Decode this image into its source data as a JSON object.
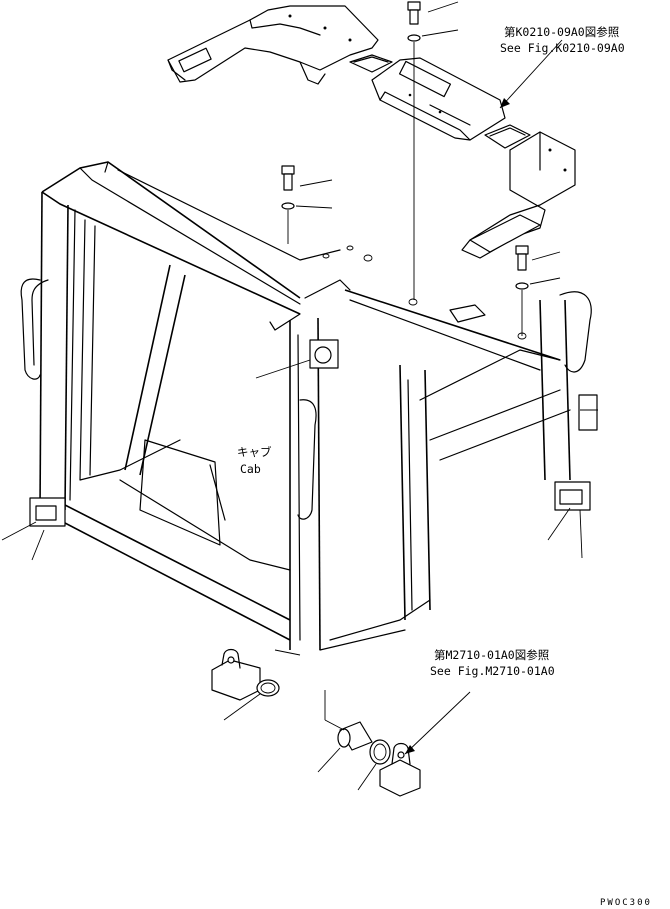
{
  "ref_top": {
    "line1": "第K0210-09A0図参照",
    "line2": "See Fig.K0210-09A0"
  },
  "cab_label": {
    "jp": "キャブ",
    "en": "Cab"
  },
  "ref_bottom": {
    "line1": "第M2710-01A0図参照",
    "line2": "See Fig.M2710-01A0"
  },
  "drawing_code": "PWOC300"
}
